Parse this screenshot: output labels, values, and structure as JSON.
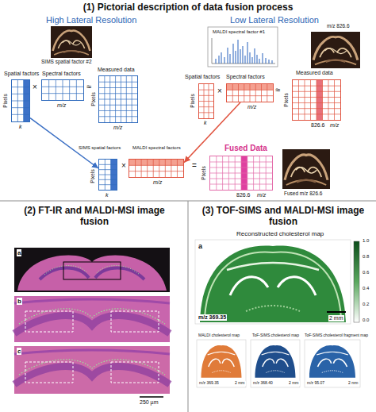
{
  "diagram": {
    "title": "(1) Pictorial description of data fusion process",
    "nodes": [
      {
        "text": [
          "Spatial factors"
        ]
      },
      {
        "text": [
          "Spectral factors"
        ]
      },
      {
        "text": [
          "Measured data"
        ]
      },
      {
        "text": [
          "Spatial factors"
        ]
      },
      {
        "text": [
          "Spectral factors"
        ]
      },
      {
        "text": [
          "Measured data"
        ]
      },
      {
        "text": [
          "SIMS spatial factors"
        ]
      },
      {
        "text": [
          "MALDI spectral factors"
        ]
      },
      {
        "text": [
          "Fused Data"
        ]
      }
    ],
    "edges": [
      {
        "from": 0,
        "to": 6,
        "arrow": "to"
      },
      {
        "from": 4,
        "to": 7,
        "arrow": "to"
      }
    ],
    "labels": [
      "High Lateral Resolution",
      "Low Lateral Resolution",
      "SIMS spatial factor #2",
      "MALDI spectral factor #1",
      "m/z 826.6",
      "Pixels",
      "k",
      "×",
      "m/z",
      "≈",
      "Pixels",
      "m/z",
      "Pixels",
      "k",
      "×",
      "m/z",
      "≈",
      "Pixels",
      "m/z",
      "826.6",
      "Pixels",
      "k",
      "×",
      "m/z",
      "=",
      "Pixels",
      "826.6",
      "m/z",
      "Fused m/z 826.6",
      "(2) FT-IR and MALDI-MSI image fusion",
      "a",
      "b",
      "c",
      "250 µm",
      "(3) TOF-SIMS and MALDI-MSI image fusion",
      "Reconstructed cholesterol map",
      "a",
      "m/z 369.35",
      "2 mm",
      "1.0",
      "0.8",
      "0.6",
      "0.4",
      "0.2",
      "0.0",
      "MALDI cholesterol map",
      "ToF-SIMS cholesterol map",
      "ToF-SIMS cholesterol fragment map",
      "m/z 369.35",
      "2 mm",
      "m/z 368.40",
      "2 mm",
      "m/z 95.07",
      "2 mm"
    ]
  }
}
